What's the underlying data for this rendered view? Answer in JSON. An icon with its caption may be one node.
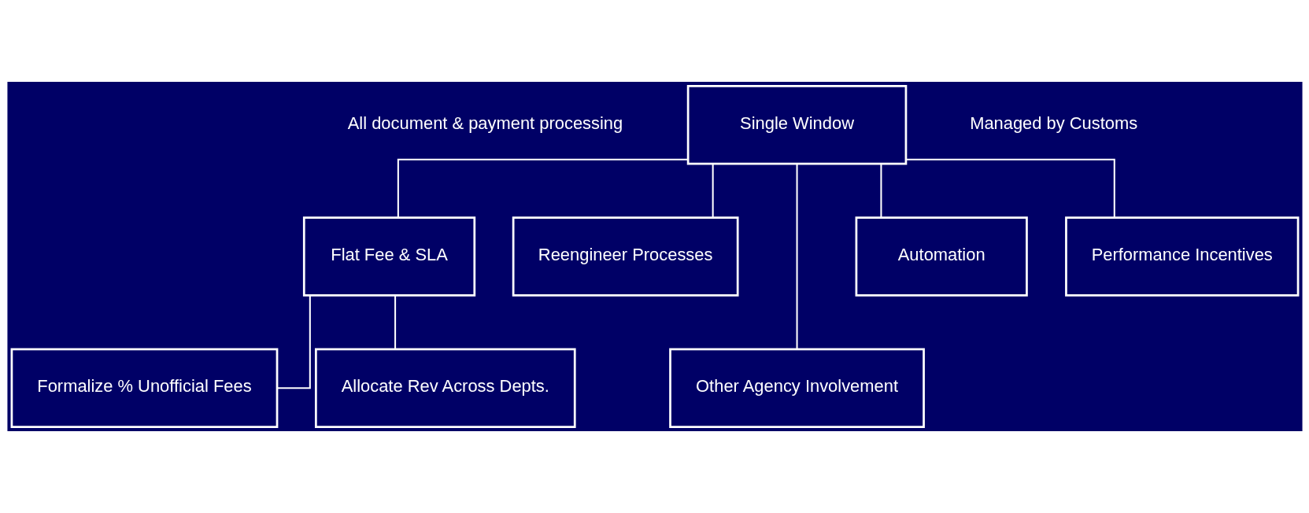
{
  "diagram": {
    "nodes": [
      {
        "text": [
          "Single Window"
        ],
        "beside": [
          "All document & payment processing",
          "Managed by Customs"
        ]
      },
      {
        "text": [
          "Flat Fee & SLA"
        ]
      },
      {
        "text": [
          "Reengineer Processes"
        ]
      },
      {
        "text": [
          "Other Agency Involvement"
        ]
      },
      {
        "text": [
          "Automation"
        ]
      },
      {
        "text": [
          "Performance Incentives"
        ]
      },
      {
        "text": [
          "Formalize % Unofficial Fees"
        ]
      },
      {
        "text": [
          "Allocate Rev Across Depts."
        ]
      }
    ],
    "edges": [
      {
        "from": 0,
        "to": 1,
        "arrow": "none"
      },
      {
        "from": 0,
        "to": 2,
        "arrow": "none"
      },
      {
        "from": 0,
        "to": 3,
        "arrow": "none"
      },
      {
        "from": 0,
        "to": 4,
        "arrow": "none"
      },
      {
        "from": 0,
        "to": 5,
        "arrow": "none"
      },
      {
        "from": 1,
        "to": 6,
        "arrow": "none"
      },
      {
        "from": 1,
        "to": 7,
        "arrow": "none"
      }
    ]
  }
}
